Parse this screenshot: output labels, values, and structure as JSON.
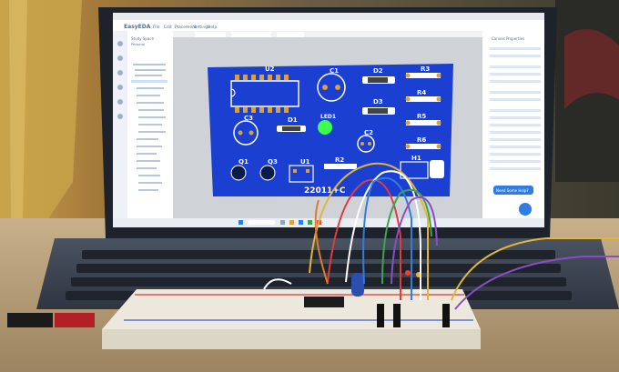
{
  "pcb": {
    "labels": {
      "u2": "U2",
      "c1": "C1",
      "d2": "D2",
      "r3": "R3",
      "d3": "D3",
      "r4": "R4",
      "c3": "C3",
      "d1": "D1",
      "led1": "LED1",
      "r5": "R5",
      "c2": "C2",
      "r6": "R6",
      "q1": "Q1",
      "q3": "Q3",
      "u1": "U1",
      "r2": "R2",
      "h1": "H1"
    },
    "footer_text": "22011+C"
  },
  "app": {
    "logo_text": "EasyEDA",
    "menu": [
      "File",
      "Edit",
      "Placement",
      "Settings",
      "Help"
    ],
    "sidebar_title": "Study Space",
    "sidebar_subtitle": "Personal",
    "properties_title": "Canvas Properties",
    "chat_button": "Need Some Help?"
  },
  "colors": {
    "pcb_blue": "#1a3fd1",
    "silkscreen": "#ffffff",
    "pad_gold": "#d8a23a",
    "led_green": "#3cff4c",
    "breadboard": "#ece8dd",
    "rail_red": "#d23a3a",
    "rail_blue": "#3a5fd2"
  },
  "icons": [
    "windows-start-icon",
    "search-icon",
    "chat-help-icon"
  ]
}
